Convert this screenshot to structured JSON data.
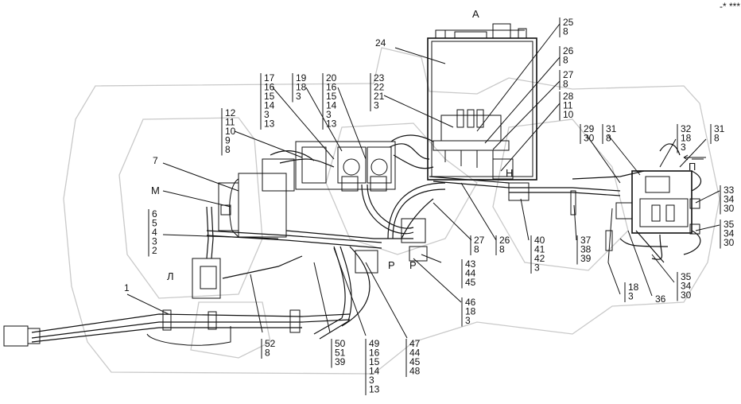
{
  "corner_mark": "-* ***",
  "views": {
    "A": "А",
    "N": "Н",
    "P": "П",
    "M": "М",
    "L": "Л",
    "R1": "Р",
    "R2": "Р"
  },
  "callouts": [
    {
      "id": "c-24",
      "lines": [
        "24"
      ]
    },
    {
      "id": "c-25",
      "lines": [
        "25",
        "8"
      ]
    },
    {
      "id": "c-26a",
      "lines": [
        "26",
        "8"
      ]
    },
    {
      "id": "c-27a",
      "lines": [
        "27",
        "8"
      ]
    },
    {
      "id": "c-28",
      "lines": [
        "28",
        "11",
        "10"
      ]
    },
    {
      "id": "c-17",
      "lines": [
        "17",
        "16",
        "15",
        "14",
        "3",
        "13"
      ]
    },
    {
      "id": "c-19",
      "lines": [
        "19",
        "18",
        "3"
      ]
    },
    {
      "id": "c-20",
      "lines": [
        "20",
        "16",
        "15",
        "14",
        "3",
        "13"
      ]
    },
    {
      "id": "c-23",
      "lines": [
        "23",
        "22",
        "21",
        "3"
      ]
    },
    {
      "id": "c-12",
      "lines": [
        "12",
        "11",
        "10",
        "9",
        "8"
      ]
    },
    {
      "id": "c-29",
      "lines": [
        "29",
        "30"
      ]
    },
    {
      "id": "c-31a",
      "lines": [
        "31",
        "8"
      ]
    },
    {
      "id": "c-32",
      "lines": [
        "32",
        "18",
        "3"
      ]
    },
    {
      "id": "c-31b",
      "lines": [
        "31",
        "8"
      ]
    },
    {
      "id": "c-33",
      "lines": [
        "33",
        "34",
        "30"
      ]
    },
    {
      "id": "c-35a",
      "lines": [
        "35",
        "34",
        "30"
      ]
    },
    {
      "id": "c-7",
      "lines": [
        "7"
      ]
    },
    {
      "id": "c-6",
      "lines": [
        "6",
        "5",
        "4",
        "3",
        "2"
      ]
    },
    {
      "id": "c-27b",
      "lines": [
        "27",
        "8"
      ]
    },
    {
      "id": "c-26b",
      "lines": [
        "26",
        "8"
      ]
    },
    {
      "id": "c-40",
      "lines": [
        "40",
        "41",
        "42",
        "3"
      ]
    },
    {
      "id": "c-37",
      "lines": [
        "37",
        "38",
        "39"
      ]
    },
    {
      "id": "c-43",
      "lines": [
        "43",
        "44",
        "45"
      ]
    },
    {
      "id": "c-46",
      "lines": [
        "46",
        "18",
        "3"
      ]
    },
    {
      "id": "c-18",
      "lines": [
        "18",
        "3"
      ]
    },
    {
      "id": "c-36",
      "lines": [
        "36"
      ]
    },
    {
      "id": "c-35b",
      "lines": [
        "35",
        "34",
        "30"
      ]
    },
    {
      "id": "c-1",
      "lines": [
        "1"
      ]
    },
    {
      "id": "c-52",
      "lines": [
        "52",
        "8"
      ]
    },
    {
      "id": "c-50",
      "lines": [
        "50",
        "51",
        "39"
      ]
    },
    {
      "id": "c-49",
      "lines": [
        "49",
        "16",
        "15",
        "14",
        "3",
        "13"
      ]
    },
    {
      "id": "c-47",
      "lines": [
        "47",
        "44",
        "45",
        "48"
      ]
    }
  ]
}
